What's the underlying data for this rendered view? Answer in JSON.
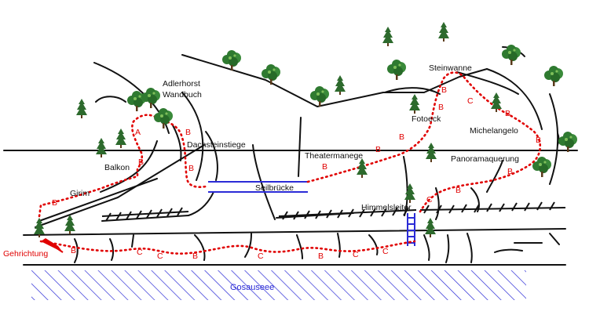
{
  "map": {
    "lake_label": "Gosauseee",
    "direction_label": "Gehrichtung",
    "features": {
      "seilbruecke": "Seilbrücke",
      "himmelsleiter": "Himmelsleiter"
    },
    "places": {
      "adlerhorst": "Adlerhorst",
      "wandbuch": "Wandbuch",
      "dachsteinstiege": "Dachsteinstiege",
      "balkon": "Balkon",
      "girim": "Girim",
      "theatermanege": "Theatermanege",
      "fotoeck": "Fotoeck",
      "steinwanne": "Steinwanne",
      "michelangelo": "Michelangelo",
      "panoramaquerung": "Panoramaquerung"
    },
    "grades": {
      "a": "A",
      "b": "B",
      "c": "C"
    },
    "colors": {
      "route": "#e00000",
      "lake": "#2b2bd6",
      "rock": "#111111",
      "tree": "#2d6a2d"
    },
    "icons": [
      "conifer-tree-icon",
      "broadleaf-tree-icon",
      "direction-arrow-icon",
      "ladder-icon"
    ]
  }
}
